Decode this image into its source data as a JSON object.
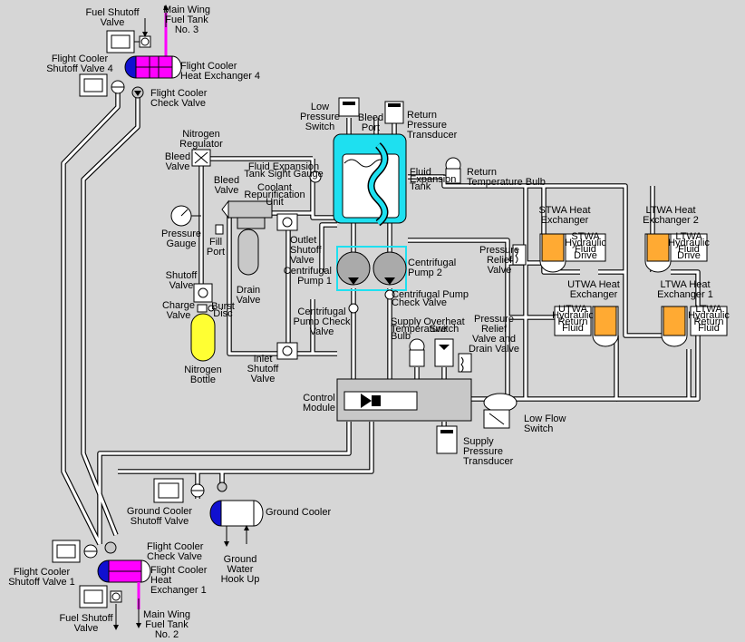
{
  "colors": {
    "background": "#d6d6d6",
    "coolant_tank": "#1ee0f0",
    "heat_exchanger_fuel": "#ff00ff",
    "heat_exchanger_coolant": "#1010d0",
    "nitrogen_bottle": "#ffff33",
    "wing_heat_exchanger": "#ffaa33",
    "pipe_outline": "#000000",
    "pipe_fill": "#ffffff"
  },
  "labels": {
    "fuel_shutoff_valve_top": [
      "Fuel Shutoff",
      "Valve"
    ],
    "main_wing_fuel_tank_3": [
      "Main Wing",
      "Fuel Tank",
      "No. 3"
    ],
    "flight_cooler_shutoff_valve_4": [
      "Flight Cooler",
      "Shutoff Valve 4"
    ],
    "flight_cooler_heat_exchanger_4": [
      "Flight Cooler",
      "Heat Exchanger 4"
    ],
    "flight_cooler_check_valve_top": [
      "Flight Cooler",
      "Check Valve"
    ],
    "nitrogen_regulator": [
      "Nitrogen",
      "Regulator"
    ],
    "bleed_valve_left": [
      "Bleed",
      "Valve"
    ],
    "bleed_valve_mid": [
      "Bleed",
      "Valve"
    ],
    "coolant_repurification_unit": [
      "Coolant",
      "Repurification",
      "Unit"
    ],
    "fluid_expansion_tank_sight_gauge": [
      "Fluid Expansion",
      "Tank Sight Gauge"
    ],
    "low_pressure_switch": [
      "Low",
      "Pressure",
      "Switch"
    ],
    "bleed_port": [
      "Bleed",
      "Port"
    ],
    "return_pressure_transducer": [
      "Return",
      "Pressure",
      "Transducer"
    ],
    "fluid_expansion_tank": [
      "Fluid",
      "Expansion",
      "Tank"
    ],
    "return_temperature_bulb": [
      "Return",
      "Temperature Bulb"
    ],
    "pressure_gauge": [
      "Pressure",
      "Gauge"
    ],
    "fill_port": [
      "Fill",
      "Port"
    ],
    "outlet_shutoff_valve": [
      "Outlet",
      "Shutoff",
      "Valve"
    ],
    "drain_valve": [
      "Drain",
      "Valve"
    ],
    "centrifugal_pump_1": [
      "Centrifugal",
      "Pump 1"
    ],
    "centrifugal_pump_2": [
      "Centrifugal",
      "Pump 2"
    ],
    "centrifugal_pump_check_valve_right": [
      "Centrifugal Pump",
      "Check Valve"
    ],
    "centrifugal_pump_check_valve_left": [
      "Centrifugal",
      "Pump Check",
      "Valve"
    ],
    "shutoff_valve": [
      "Shutoff",
      "Valve"
    ],
    "charge_valve": [
      "Charge",
      "Valve"
    ],
    "burst_disc": [
      "Burst",
      "Disc"
    ],
    "nitrogen_bottle": [
      "Nitrogen",
      "Bottle"
    ],
    "inlet_shutoff_valve": [
      "Inlet",
      "Shutoff",
      "Valve"
    ],
    "supply_temperature_bulb": [
      "Supply",
      "Temperature",
      "Bulb"
    ],
    "overheat_switch": [
      "Overheat",
      "Switch"
    ],
    "pressure_relief_valve": [
      "Pressure",
      "Relief",
      "Valve"
    ],
    "pressure_relief_and_drain_valve": [
      "Pressure",
      "Relief",
      "Valve and",
      "Drain Valve"
    ],
    "stwa_heat_exchanger": [
      "STWA Heat",
      "Exchanger"
    ],
    "stwa_hydraulic_fluid_drive": [
      "STWA",
      "Hydraulic",
      "Fluid",
      "Drive"
    ],
    "ltwa_heat_exchanger_2": [
      "LTWA Heat",
      "Exchanger 2"
    ],
    "ltwa_hydraulic_fluid_drive": [
      "LTWA",
      "Hydraulic",
      "Fluid",
      "Drive"
    ],
    "utwa_heat_exchanger": [
      "UTWA Heat",
      "Exchanger"
    ],
    "utwa_hydraulic_return_fluid": [
      "UTWA",
      "Hydraulic",
      "Return",
      "Fluid"
    ],
    "ltwa_heat_exchanger_1": [
      "LTWA Heat",
      "Exchanger 1"
    ],
    "ltwa_hydraulic_return_fluid": [
      "LTWA",
      "Hydraulic",
      "Return",
      "Fluid"
    ],
    "control_module": [
      "Control",
      "Module"
    ],
    "low_flow_switch": [
      "Low Flow",
      "Switch"
    ],
    "supply_pressure_transducer": [
      "Supply",
      "Pressure",
      "Transducer"
    ],
    "ground_cooler_shutoff_valve": [
      "Ground Cooler",
      "Shutoff Valve"
    ],
    "ground_cooler": [
      "Ground Cooler"
    ],
    "ground_water_hook_up": [
      "Ground",
      "Water",
      "Hook Up"
    ],
    "flight_cooler_check_valve_bottom": [
      "Flight Cooler",
      "Check Valve"
    ],
    "flight_cooler_shutoff_valve_1": [
      "Flight Cooler",
      "Shutoff Valve 1"
    ],
    "flight_cooler_heat_exchanger_1": [
      "Flight Cooler",
      "Heat",
      "Exchanger 1"
    ],
    "fuel_shutoff_valve_bottom": [
      "Fuel Shutoff",
      "Valve"
    ],
    "main_wing_fuel_tank_2": [
      "Main Wing",
      "Fuel Tank",
      "No. 2"
    ]
  }
}
